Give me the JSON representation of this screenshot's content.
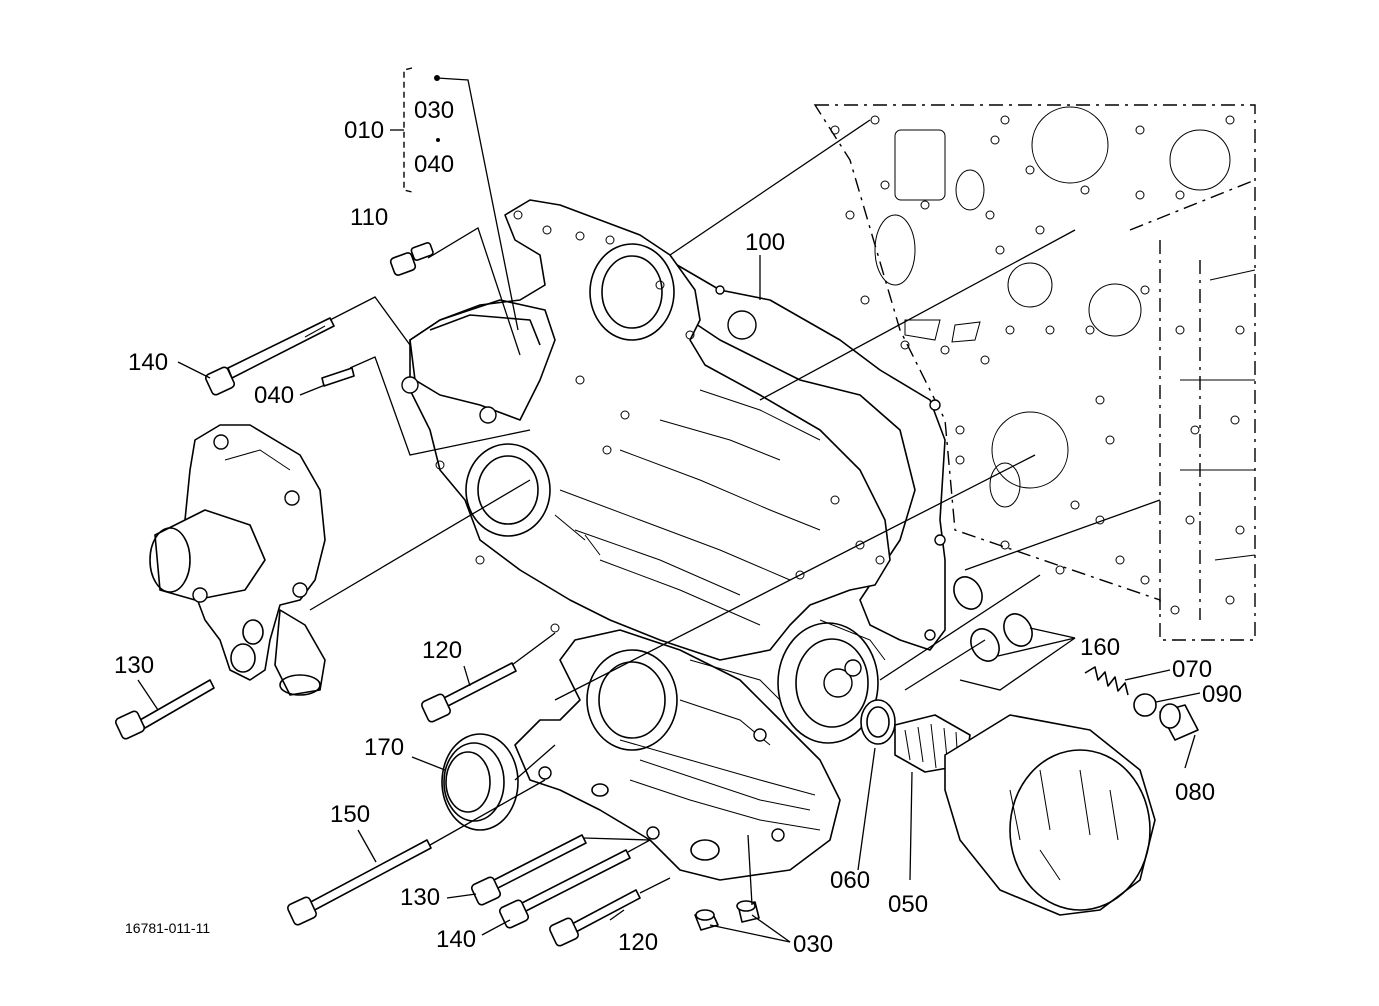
{
  "diagram": {
    "drawing_number": "16781-011-11",
    "labels": {
      "p010": "010",
      "p030_top": "030",
      "p040_top": "040",
      "p110": "110",
      "p100": "100",
      "p140_left": "140",
      "p040_left": "040",
      "p130_left": "130",
      "p120_mid": "120",
      "p170": "170",
      "p150": "150",
      "p130_bottom": "130",
      "p140_bottom": "140",
      "p120_bottom": "120",
      "p030_bottom": "030",
      "p060": "060",
      "p050": "050",
      "p160": "160",
      "p070": "070",
      "p090": "090",
      "p080": "080"
    }
  }
}
